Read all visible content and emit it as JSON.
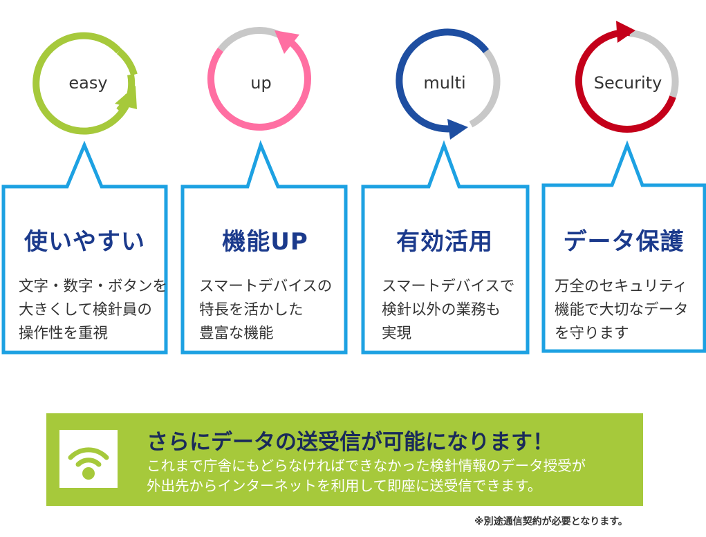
{
  "colors": {
    "box_border": "#1da1e2",
    "ring_track": "#c8c8c8",
    "easy": "#a6c93b",
    "up": "#ff6fa2",
    "multi": "#1e4ea1",
    "security": "#c4001a",
    "title_text": "#1b3a8c",
    "banner_bg": "#a6c93b",
    "banner_headline": "#1a2a5a"
  },
  "features": [
    {
      "ring_label": "easy",
      "title": "使いやすい",
      "description": "文字・数字・ボタンを\n大きくして検針員の\n操作性を重視",
      "color": "#a6c93b"
    },
    {
      "ring_label": "up",
      "title": "機能UP",
      "description": "スマートデバイスの\n特長を活かした\n豊富な機能",
      "color": "#ff6fa2"
    },
    {
      "ring_label": "multi",
      "title": "有効活用",
      "description": "スマートデバイスで\n検針以外の業務も\n実現",
      "color": "#1e4ea1"
    },
    {
      "ring_label": "Security",
      "title": "データ保護",
      "description": "万全のセキュリティ\n機能で大切なデータ\nを守ります",
      "color": "#c4001a"
    }
  ],
  "banner": {
    "icon": "wifi-icon",
    "headline": "さらにデータの送受信が可能になります！",
    "body": "これまで庁舎にもどらなければできなかった検針情報のデータ授受が\n外出先からインターネットを利用して即座に送受信できます。"
  },
  "footnote": "※別途通信契約が必要となります。"
}
